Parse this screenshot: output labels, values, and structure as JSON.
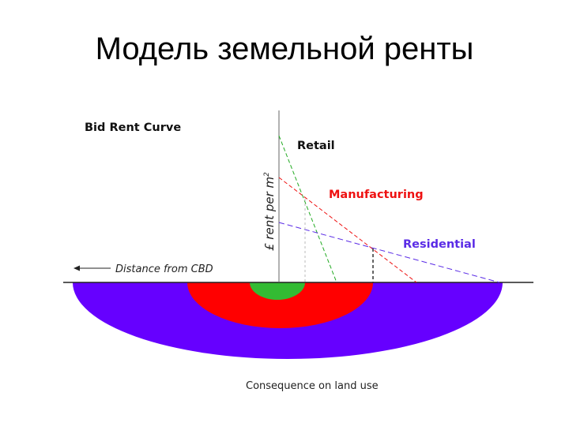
{
  "slide": {
    "title": "Модель земельной ренты"
  },
  "diagram": {
    "heading": "Bid Rent Curve",
    "y_axis_label": "£ rent per m",
    "y_axis_label_sup": "2",
    "x_axis_label": "Distance from CBD",
    "footer": "Consequence on land use",
    "curves": [
      {
        "label": "Retail",
        "color": "#22aa22"
      },
      {
        "label": "Manufacturing",
        "color": "#ee1111"
      },
      {
        "label": "Residential",
        "color": "#5a2be6"
      }
    ],
    "zones": [
      {
        "name": "Retail",
        "color": "#33bb33"
      },
      {
        "name": "Manufacturing",
        "color": "#ff0000"
      },
      {
        "name": "Residential",
        "color": "#6600ff"
      }
    ]
  }
}
